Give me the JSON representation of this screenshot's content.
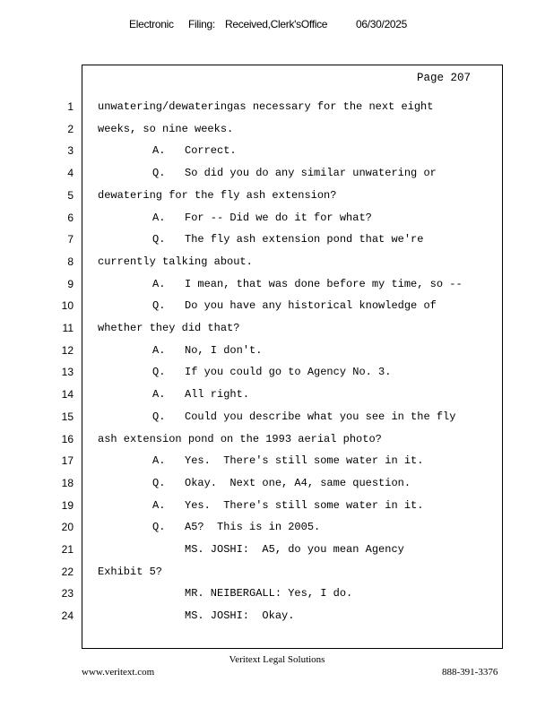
{
  "header": {
    "part1": "Electronic",
    "part2": "Filing:",
    "part3": "Received,Clerk'sOffice",
    "date": "06/30/2025"
  },
  "page_label": "Page 207",
  "lines": [
    {
      "n": "1",
      "indent": 0,
      "text": "unwatering/dewateringas necessary for the next eight"
    },
    {
      "n": "2",
      "indent": 0,
      "text": "weeks, so nine weeks."
    },
    {
      "n": "3",
      "indent": 1,
      "text": "A.   Correct."
    },
    {
      "n": "4",
      "indent": 1,
      "text": "Q.   So did you do any similar unwatering or"
    },
    {
      "n": "5",
      "indent": 0,
      "text": "dewatering for the fly ash extension?"
    },
    {
      "n": "6",
      "indent": 1,
      "text": "A.   For -- Did we do it for what?"
    },
    {
      "n": "7",
      "indent": 1,
      "text": "Q.   The fly ash extension pond that we're"
    },
    {
      "n": "8",
      "indent": 0,
      "text": "currently talking about."
    },
    {
      "n": "9",
      "indent": 1,
      "text": "A.   I mean, that was done before my time, so --"
    },
    {
      "n": "10",
      "indent": 1,
      "text": "Q.   Do you have any historical knowledge of"
    },
    {
      "n": "11",
      "indent": 0,
      "text": "whether they did that?"
    },
    {
      "n": "12",
      "indent": 1,
      "text": "A.   No, I don't."
    },
    {
      "n": "13",
      "indent": 1,
      "text": "Q.   If you could go to Agency No. 3."
    },
    {
      "n": "14",
      "indent": 1,
      "text": "A.   All right."
    },
    {
      "n": "15",
      "indent": 1,
      "text": "Q.   Could you describe what you see in the fly"
    },
    {
      "n": "16",
      "indent": 0,
      "text": "ash extension pond on the 1993 aerial photo?"
    },
    {
      "n": "17",
      "indent": 1,
      "text": "A.   Yes.  There's still some water in it."
    },
    {
      "n": "18",
      "indent": 1,
      "text": "Q.   Okay.  Next one, A4, same question."
    },
    {
      "n": "19",
      "indent": 1,
      "text": "A.   Yes.  There's still some water in it."
    },
    {
      "n": "20",
      "indent": 1,
      "text": "Q.   A5?  This is in 2005."
    },
    {
      "n": "21",
      "indent": 2,
      "text": "MS. JOSHI:  A5, do you mean Agency"
    },
    {
      "n": "22",
      "indent": 0,
      "text": "Exhibit 5?"
    },
    {
      "n": "23",
      "indent": 2,
      "text": "MR. NEIBERGALL: Yes, I do."
    },
    {
      "n": "24",
      "indent": 2,
      "text": "MS. JOSHI:  Okay."
    }
  ],
  "footer": {
    "company": "Veritext   Legal   Solutions",
    "website": "www.veritext.com",
    "phone": "888-391-3376"
  }
}
